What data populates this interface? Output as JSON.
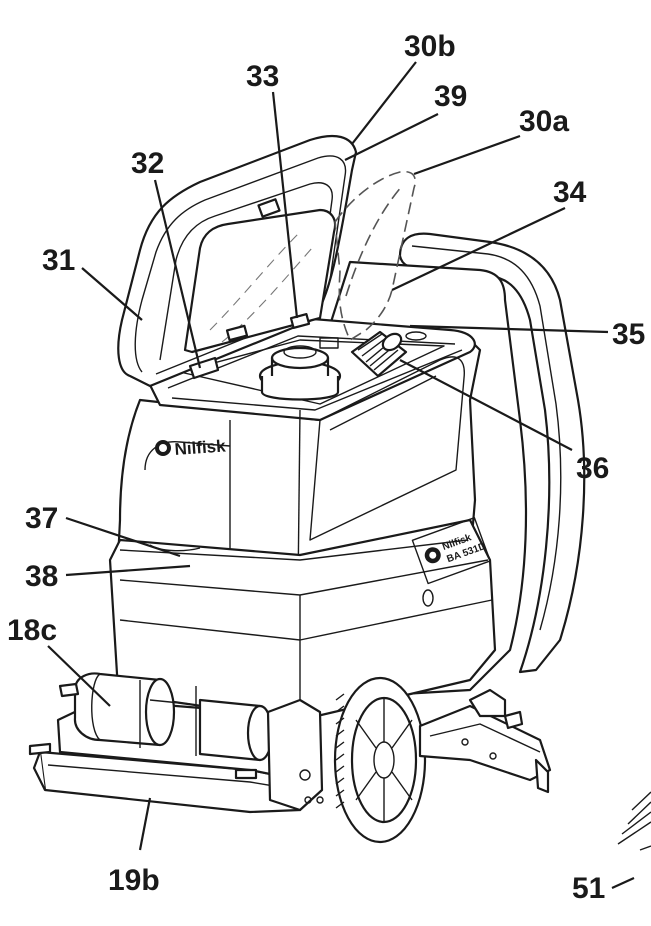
{
  "logo": {
    "brand": "Nilfisk",
    "plate_brand": "Nilfisk",
    "plate_model": "BA 531D"
  },
  "callouts": [
    {
      "id": "30b",
      "text": "30b"
    },
    {
      "id": "33",
      "text": "33"
    },
    {
      "id": "39",
      "text": "39"
    },
    {
      "id": "30a",
      "text": "30a"
    },
    {
      "id": "32",
      "text": "32"
    },
    {
      "id": "34",
      "text": "34"
    },
    {
      "id": "31",
      "text": "31"
    },
    {
      "id": "35",
      "text": "35"
    },
    {
      "id": "36",
      "text": "36"
    },
    {
      "id": "37",
      "text": "37"
    },
    {
      "id": "38",
      "text": "38"
    },
    {
      "id": "18c",
      "text": "18c"
    },
    {
      "id": "19b",
      "text": "19b"
    },
    {
      "id": "51",
      "text": "51"
    }
  ]
}
